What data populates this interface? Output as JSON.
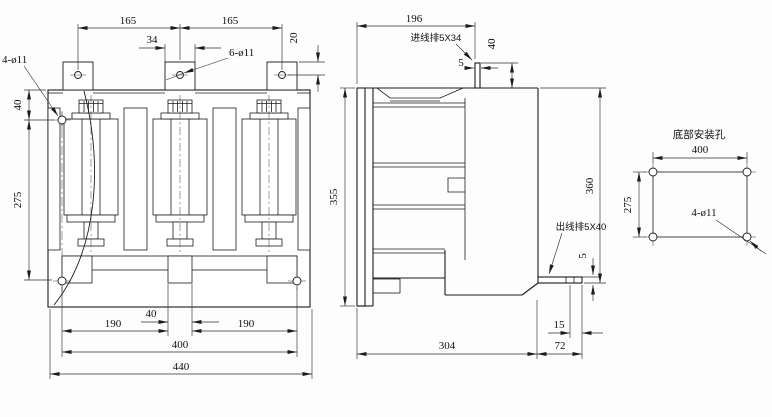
{
  "front": {
    "dim_pole_spacing_left": "165",
    "dim_pole_spacing_right": "165",
    "dim_tab_width": "34",
    "dim_tab_hole_drop": "20",
    "label_frame_holes": "4-ø11",
    "label_tab_holes": "6-ø11",
    "dim_top_hole_offset": "40",
    "dim_hole_row_spacing": "275",
    "dim_base_left": "190",
    "dim_base_center_tab": "40",
    "dim_base_right": "190",
    "dim_mount_hole_span": "400",
    "dim_overall_width": "440"
  },
  "side": {
    "dim_top_depth": "196",
    "label_incoming_busbar": "进线排5X34",
    "dim_incoming_busbar_thickness": "5",
    "dim_incoming_busbar_height": "40",
    "dim_plate_height": "355",
    "dim_overall_height": "360",
    "label_outgoing_busbar": "出线排5X40",
    "dim_outgoing_busbar_thickness": "5",
    "dim_busbar_hole_offset": "15",
    "dim_body_depth": "304",
    "dim_busbar_extension": "72"
  },
  "bottom": {
    "title": "底部安装孔",
    "dim_hole_span_width": "400",
    "dim_hole_span_height": "275",
    "label_mount_holes": "4-ø11"
  }
}
